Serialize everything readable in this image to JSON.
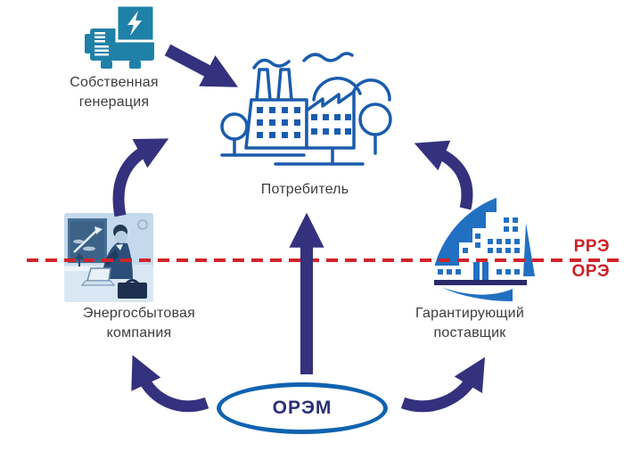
{
  "diagram": {
    "description": "Scheme of electricity market participants",
    "nodes": {
      "own_generation": {
        "label": "Собственная генерация",
        "icon": "generator-icon"
      },
      "consumer": {
        "label": "Потребитель",
        "icon": "factory-icon"
      },
      "sales_company": {
        "label": "Энергосбытовая компания",
        "icon": "businessman-image"
      },
      "guaranteeing_supplier": {
        "label": "Гарантирующий поставщик",
        "icon": "city-sail-logo-icon"
      },
      "orem": {
        "label": "ОРЭМ",
        "shape": "ellipse"
      }
    },
    "divider": {
      "upper_label": "РРЭ",
      "lower_label": "ОРЭ",
      "style": "horizontal red dashed line",
      "color": "#cf2127"
    },
    "arrows": [
      {
        "from": "own_generation",
        "to": "consumer"
      },
      {
        "from": "sales_company",
        "to": "consumer"
      },
      {
        "from": "guaranteeing_supplier",
        "to": "consumer"
      },
      {
        "from": "orem",
        "to": "consumer"
      },
      {
        "from": "orem",
        "to": "sales_company"
      },
      {
        "from": "orem",
        "to": "guaranteeing_supplier"
      }
    ],
    "colors": {
      "arrow": "#34317e",
      "generator_teal": "#1f81a8",
      "factory_outline": "#1a5cad",
      "logo_blue": "#2170c2",
      "logo_navy": "#2b2a6b",
      "ellipse_border": "#0f63b0",
      "orem_text": "#2b2f77",
      "label_text": "#3d3d3d",
      "divider_red": "#d2232a"
    }
  }
}
